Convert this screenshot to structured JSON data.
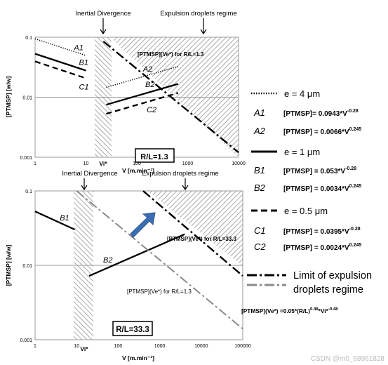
{
  "chart_data": [
    {
      "type": "line",
      "log_scale": {
        "x": true,
        "y": true
      },
      "xlim": [
        1,
        10000
      ],
      "ylim": [
        0.001,
        0.1
      ],
      "x_ticks": [
        "1",
        "10",
        "100",
        "1000",
        "10000"
      ],
      "y_ticks": [
        "0.001",
        "0.01",
        "0.1"
      ],
      "xlabel": "V [m.min⁻¹]",
      "ylabel": "[PTMSP] [w/w]",
      "vi_label": "Vi*",
      "inertial_band": [
        14,
        22
      ],
      "annotations": {
        "inertial": "Inertial Divergence",
        "expulsion": "Expulsion droplets regime",
        "limit": "[PTMSP](Ve*) for R/L=1.3",
        "box": "R/L=1.3"
      },
      "series": [
        {
          "name": "A1",
          "style": "dotted",
          "x": [
            1,
            10
          ],
          "y": [
            0.0943,
            0.0495
          ]
        },
        {
          "name": "B1",
          "style": "solid",
          "x": [
            1,
            10
          ],
          "y": [
            0.053,
            0.0278
          ]
        },
        {
          "name": "C1",
          "style": "dashed",
          "x": [
            1,
            10
          ],
          "y": [
            0.0395,
            0.0207
          ]
        },
        {
          "name": "A2",
          "style": "dotted",
          "x": [
            25,
            650
          ],
          "y": [
            0.0146,
            0.0325
          ]
        },
        {
          "name": "B2",
          "style": "solid",
          "x": [
            25,
            650
          ],
          "y": [
            0.0075,
            0.0167
          ]
        },
        {
          "name": "C2",
          "style": "dashed",
          "x": [
            25,
            650
          ],
          "y": [
            0.0053,
            0.0118
          ]
        },
        {
          "name": "Limit R/L=1.3",
          "style": "dashdot",
          "x": [
            22,
            10000
          ],
          "y": [
            0.085,
            0.0012
          ]
        }
      ]
    },
    {
      "type": "line",
      "log_scale": {
        "x": true,
        "y": true
      },
      "xlim": [
        1,
        100000
      ],
      "ylim": [
        0.001,
        0.1
      ],
      "x_ticks": [
        "1",
        "10",
        "100",
        "1000",
        "10000",
        "100000"
      ],
      "y_ticks": [
        "0.001",
        "0.01",
        "0.1"
      ],
      "xlabel": "V [m.min⁻¹]",
      "ylabel": "[PTMSP] [w/w]",
      "vi_label": "Vi*",
      "inertial_band": [
        9,
        18
      ],
      "annotations": {
        "inertial": "Inertial Divergence",
        "expulsion": "Expulsion droplets regime",
        "limit_33": "[PTMSP](Ve*) for R/L=33.3",
        "limit_13": "[PTMSP](Ve*) for R/L=1.3",
        "box": "R/L=33.3"
      },
      "series": [
        {
          "name": "B1",
          "style": "solid",
          "x": [
            1,
            9
          ],
          "y": [
            0.053,
            0.0303
          ]
        },
        {
          "name": "B2",
          "style": "solid",
          "x": [
            20,
            4000
          ],
          "y": [
            0.0072,
            0.0262
          ]
        },
        {
          "name": "Limit R/L=33.3",
          "style": "dashdot",
          "x": [
            400,
            100000
          ],
          "y": [
            0.1,
            0.0072
          ]
        },
        {
          "name": "Limit R/L=1.3",
          "style": "dashdot-grey",
          "x": [
            10,
            100000
          ],
          "y": [
            0.1,
            0.0014
          ]
        }
      ]
    }
  ],
  "legend": {
    "groups": [
      {
        "style": "dotted",
        "label": "e = 4 μm",
        "eqs": [
          {
            "name": "A1",
            "text": "[PTMSP]= 0.0943*V",
            "exp": "-0.28"
          },
          {
            "name": "A2",
            "text": "[PTMSP] = 0.0066*V",
            "exp": "0.245"
          }
        ]
      },
      {
        "style": "solid",
        "label": "e = 1 μm",
        "eqs": [
          {
            "name": "B1",
            "text": "[PTMSP] = 0.053*V",
            "exp": "-0.28"
          },
          {
            "name": "B2",
            "text": "[PTMSP] = 0.0034*V",
            "exp": "0.245"
          }
        ]
      },
      {
        "style": "dashed",
        "label": "e = 0.5 μm",
        "eqs": [
          {
            "name": "C1",
            "text": "[PTMSP] = 0.0395*V",
            "exp": "-0.28"
          },
          {
            "name": "C2",
            "text": "[PTMSP] = 0.0024*V",
            "exp": "0.245"
          }
        ]
      }
    ],
    "limit_label_1": "Limit of expulsion",
    "limit_label_2": "droplets regime",
    "formula": "[PTMSP](Ve*) =0.05*(R/L)",
    "formula_exp1": "0.48",
    "formula_mid": "*Vi*",
    "formula_exp2": "-0.48"
  },
  "watermark": "CSDN @m0_68961828",
  "colors": {
    "line": "#000000",
    "grey_line": "#8a8a8a",
    "arrow": "#3b6db5",
    "hatch": "#b0b0b0"
  }
}
